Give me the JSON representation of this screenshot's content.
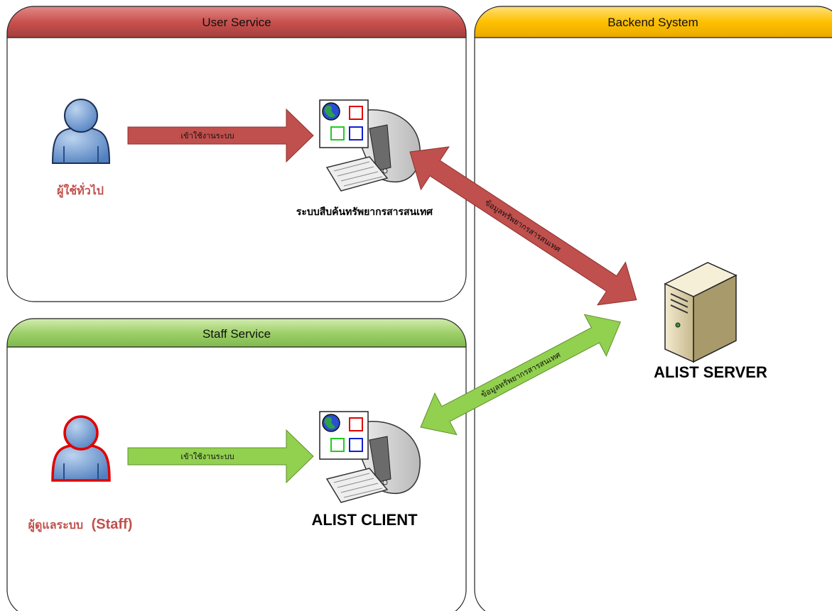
{
  "panels": {
    "user_service": "User Service",
    "staff_service": "Staff Service",
    "backend_system": "Backend System"
  },
  "users": {
    "general_user": "ผู้ใช้ทั่วไป",
    "staff_prefix": "ผู้ดูแลระบบ",
    "staff_suffix": "(Staff)"
  },
  "systems": {
    "search_system": "ระบบสืบค้นทรัพยากรสารสนเทศ",
    "client": "ALIST CLIENT",
    "server": "ALIST SERVER"
  },
  "arrows": {
    "user_access": "เข้าใช้งานระบบ",
    "staff_access": "เข้าใช้งานระบบ",
    "info_to_search": "ข้อมูลทรัพยากรสารสนเทศ",
    "info_to_client": "ข้อมูลทรัพยากรสารสนเทศ"
  },
  "colors": {
    "user_header": "#c0504d",
    "staff_header": "#92c954",
    "backend_header": "#ffc000",
    "red_arrow": "#c0504d",
    "green_arrow": "#92d050",
    "person_blue": "#6f9bd0",
    "staff_outline": "#e00000"
  },
  "icons": [
    "person-icon",
    "computer-icon",
    "server-icon",
    "globe-icon"
  ]
}
